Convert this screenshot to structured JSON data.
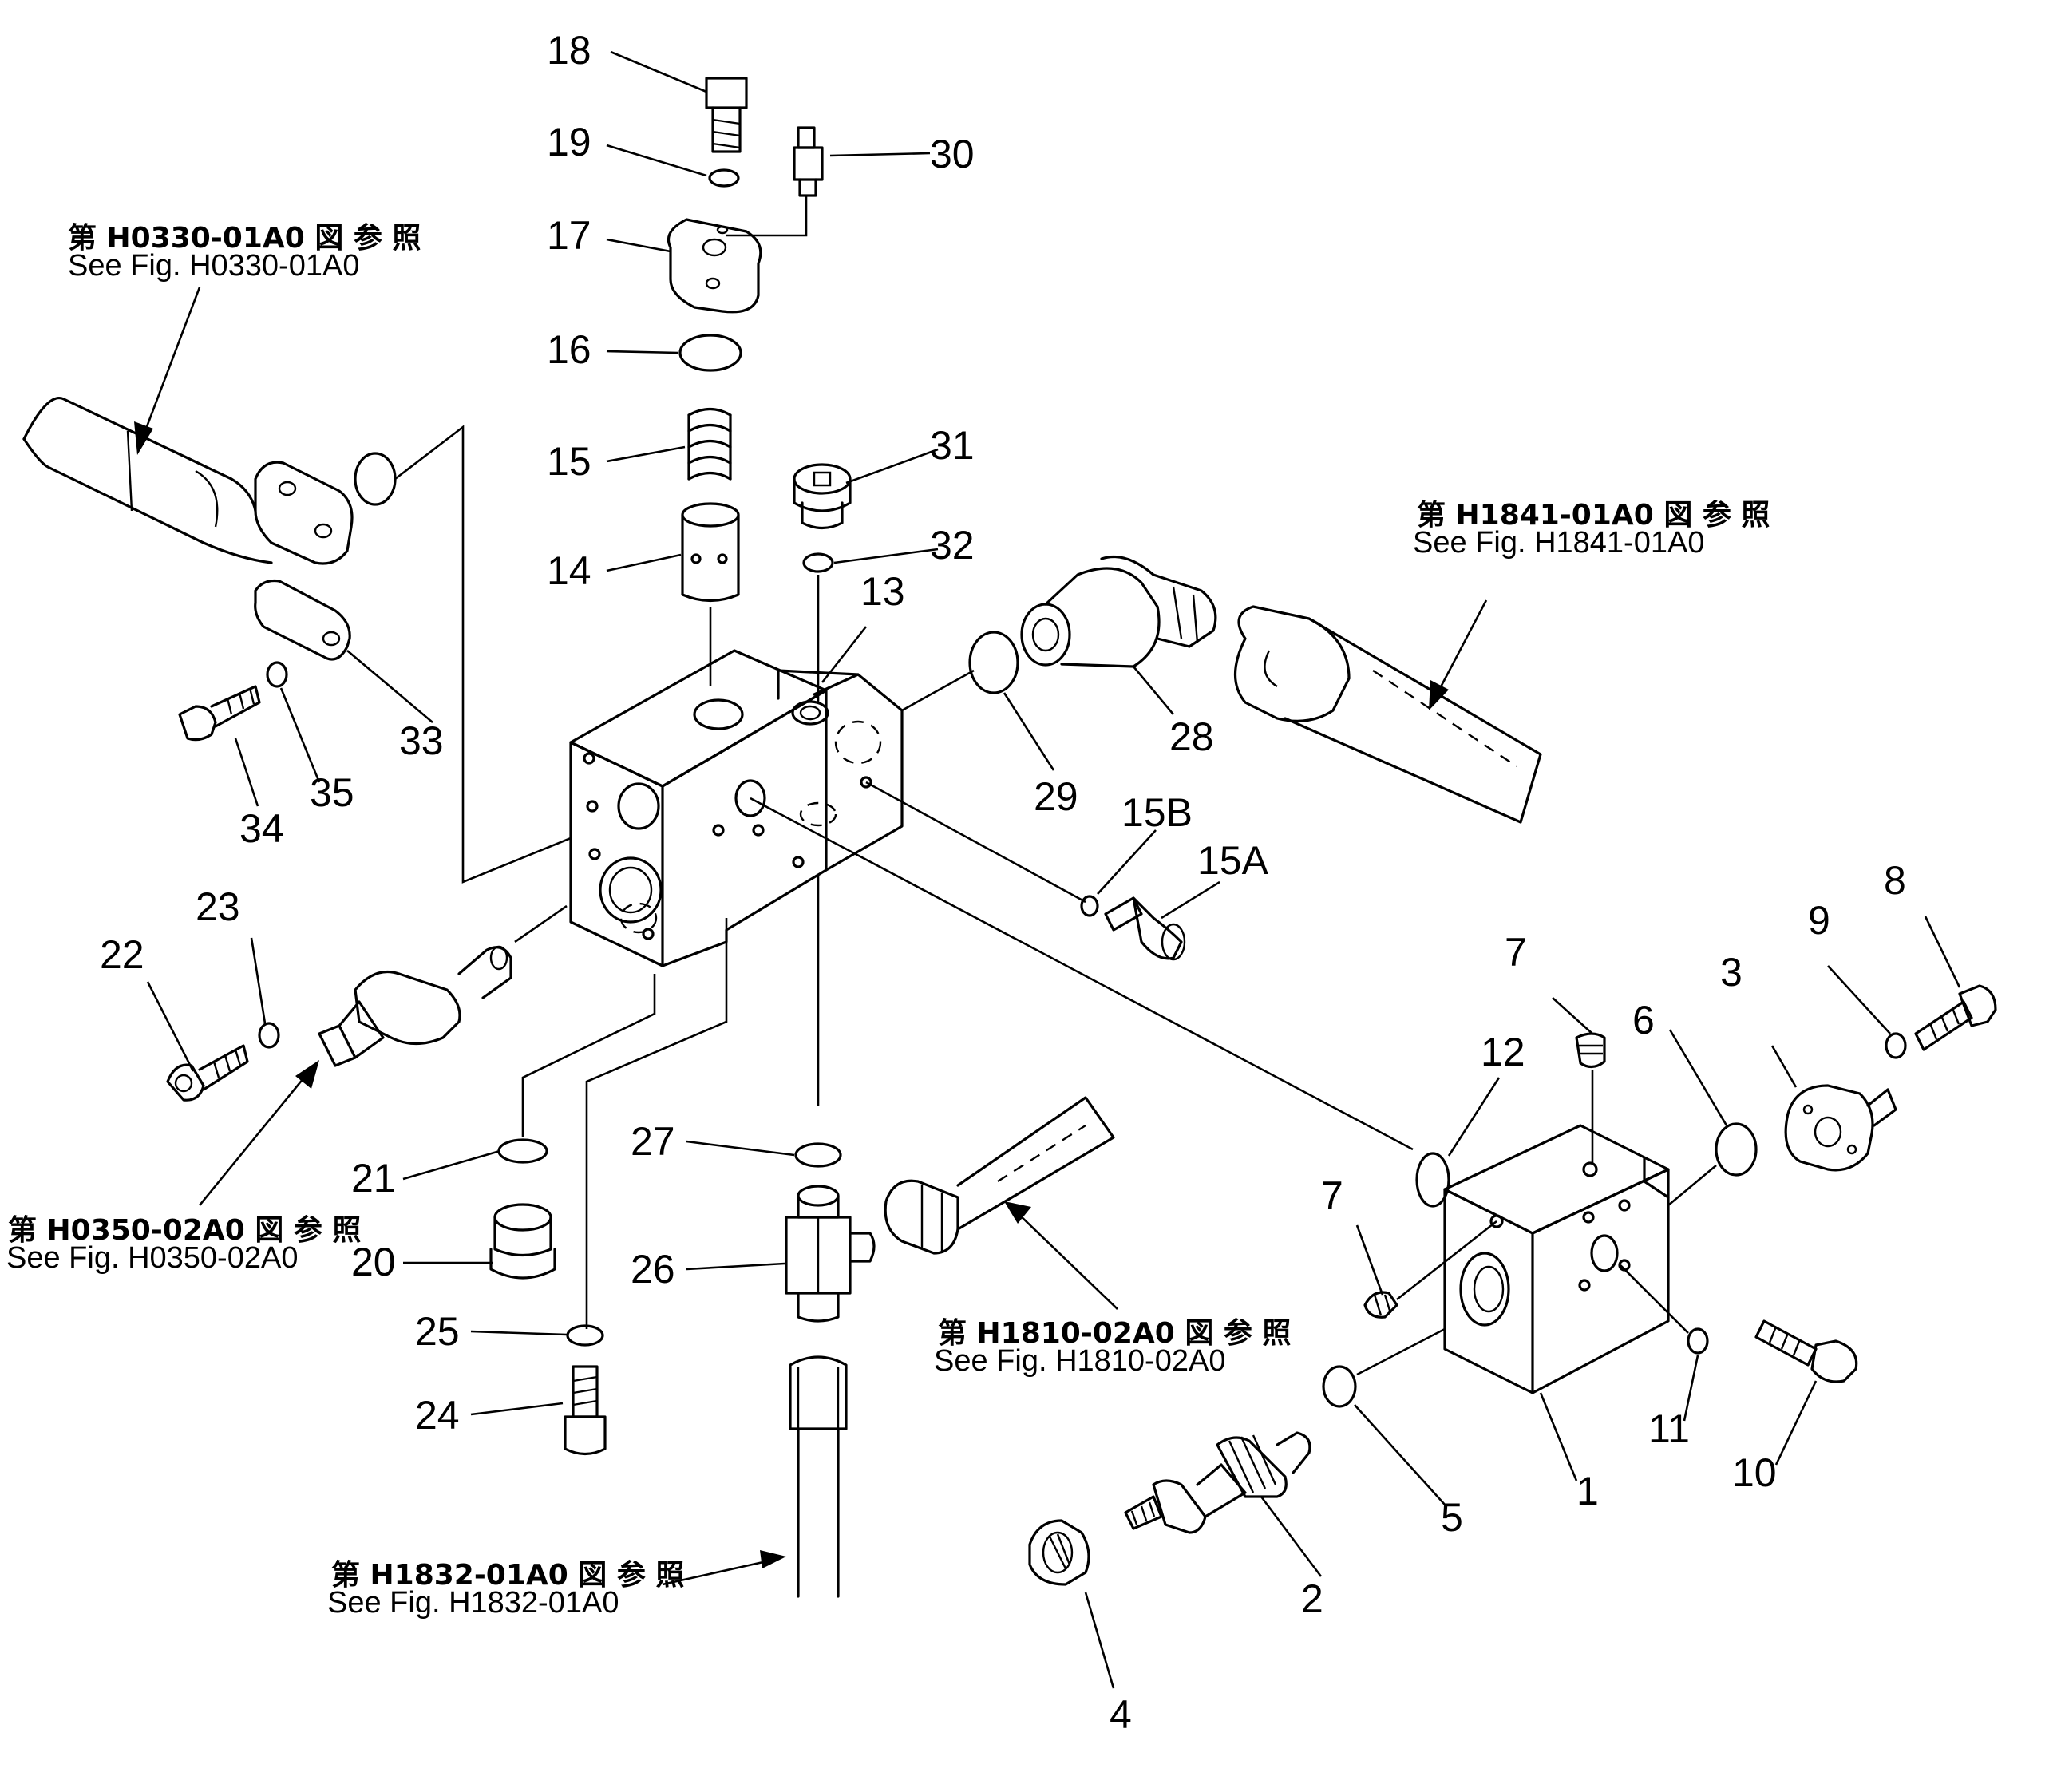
{
  "part_numbers": [
    "1",
    "2",
    "3",
    "4",
    "5",
    "6",
    "7",
    "7",
    "8",
    "9",
    "10",
    "11",
    "12",
    "13",
    "14",
    "15",
    "15A",
    "15B",
    "16",
    "17",
    "18",
    "19",
    "20",
    "21",
    "22",
    "23",
    "24",
    "25",
    "26",
    "27",
    "28",
    "29",
    "30",
    "31",
    "32",
    "33",
    "34",
    "35"
  ],
  "references": [
    {
      "jp": "第 H0330-01A0 図 参 照",
      "en": "See Fig. H0330-01A0"
    },
    {
      "jp": "第 H1841-01A0 図 参 照",
      "en": "See Fig. H1841-01A0"
    },
    {
      "jp": "第 H0350-02A0 図 参 照",
      "en": "See Fig. H0350-02A0"
    },
    {
      "jp": "第 H1810-02A0 図 参 照",
      "en": "See Fig. H1810-02A0"
    },
    {
      "jp": "第 H1832-01A0 図 参 照",
      "en": "See Fig. H1832-01A0"
    }
  ]
}
